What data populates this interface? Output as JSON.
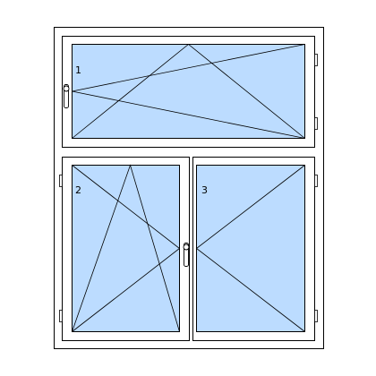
{
  "colors": {
    "glass": "#bcdcff",
    "frame": "#ffffff",
    "outline": "#000000"
  },
  "window": {
    "panes": [
      {
        "label": "1",
        "opening": "tilt-and-turn",
        "handle_side": "left",
        "hinge_side": "right",
        "handle_icon": "window-handle-icon"
      },
      {
        "label": "2",
        "opening": "tilt-and-turn",
        "handle_side": "right",
        "hinge_side": "left",
        "handle_icon": "window-handle-icon"
      },
      {
        "label": "3",
        "opening": "turn",
        "handle_side": "left",
        "hinge_side": "right",
        "handle_icon": "none"
      }
    ]
  }
}
